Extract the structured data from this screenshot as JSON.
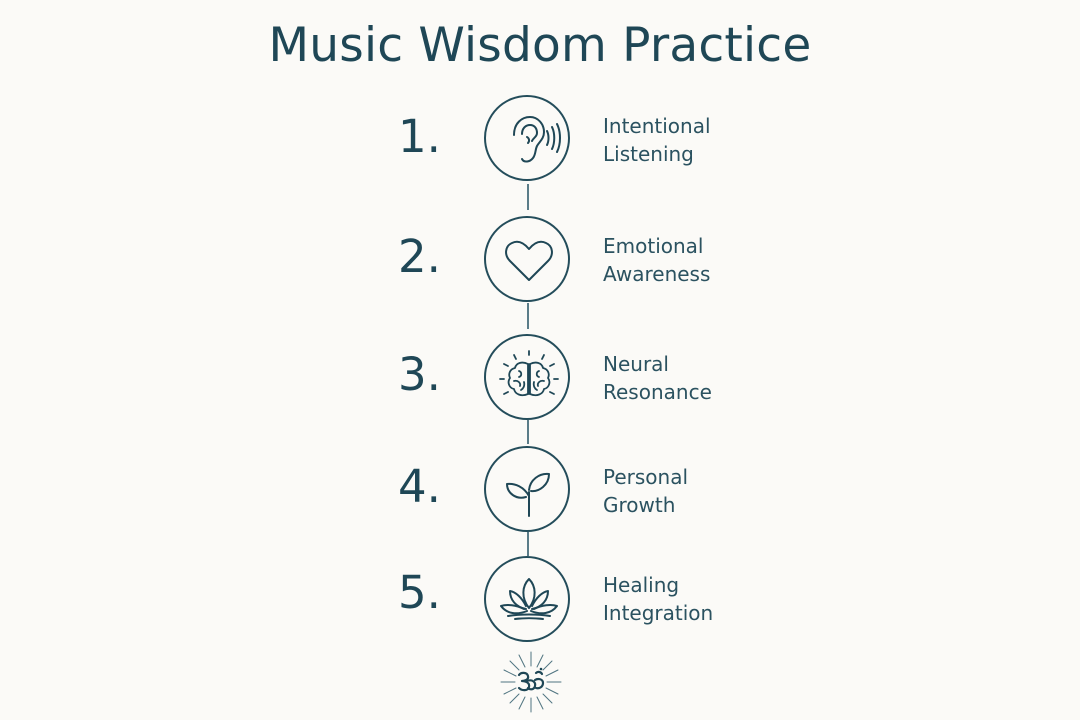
{
  "title": "Music Wisdom Practice",
  "steps": [
    {
      "number": "1.",
      "icon": "ear-icon",
      "label_line1": "Intentional",
      "label_line2": "Listening"
    },
    {
      "number": "2.",
      "icon": "heart-icon",
      "label_line1": "Emotional",
      "label_line2": "Awareness"
    },
    {
      "number": "3.",
      "icon": "brain-icon",
      "label_line1": "Neural",
      "label_line2": "Resonance"
    },
    {
      "number": "4.",
      "icon": "sprout-icon",
      "label_line1": "Personal",
      "label_line2": "Growth"
    },
    {
      "number": "5.",
      "icon": "lotus-icon",
      "label_line1": "Healing",
      "label_line2": "Integration"
    }
  ],
  "footer_icon": "om-icon",
  "colors": {
    "background": "#fbfaf7",
    "ink": "#1f4756",
    "line": "#244d5b"
  }
}
